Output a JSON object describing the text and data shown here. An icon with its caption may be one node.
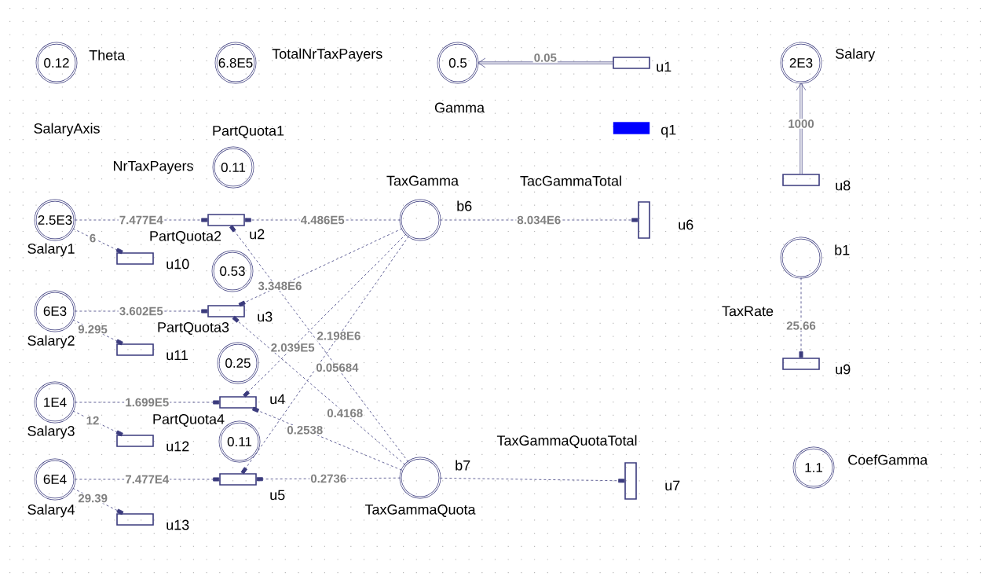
{
  "diagram": {
    "nodes": [
      {
        "text": [
          "0.12"
        ],
        "beside": [
          "Theta"
        ]
      },
      {
        "text": [
          "6.8E5"
        ],
        "beside": [
          "TotalNrTaxPayers"
        ]
      },
      {
        "text": [
          "0.5"
        ],
        "beside": [
          "Gamma"
        ]
      },
      {
        "text": [
          "2E3"
        ],
        "beside": [
          "Salary"
        ]
      },
      {
        "text": [
          "0.11"
        ],
        "beside": [
          "PartQuota1"
        ]
      },
      {
        "text": [
          "2.5E3"
        ],
        "beside": [
          "Salary1"
        ]
      },
      {
        "text": [],
        "shape": "circle",
        "beside": [
          "TaxGamma",
          "b6"
        ]
      },
      {
        "text": [
          "0.53"
        ],
        "beside": [
          "PartQuota2"
        ]
      },
      {
        "text": [],
        "shape": "circle",
        "beside": [
          "b1"
        ]
      },
      {
        "text": [
          "6E3"
        ],
        "beside": [
          "Salary2"
        ]
      },
      {
        "text": [
          "0.25"
        ],
        "beside": [
          "PartQuota3"
        ]
      },
      {
        "text": [
          "1E4"
        ],
        "beside": [
          "Salary3"
        ]
      },
      {
        "text": [
          "0.11"
        ],
        "beside": [
          "PartQuota4"
        ]
      },
      {
        "text": [],
        "shape": "circle",
        "beside": [
          "TaxGammaQuota",
          "b7"
        ]
      },
      {
        "text": [
          "1.1"
        ],
        "beside": [
          "CoefGamma"
        ]
      },
      {
        "text": [
          "6E4"
        ],
        "beside": [
          "Salary4"
        ]
      },
      {
        "text": [],
        "shape": "box",
        "beside": [
          "u1"
        ]
      },
      {
        "text": [],
        "shape": "bar",
        "beside": [
          "q1"
        ]
      },
      {
        "text": [],
        "shape": "box",
        "beside": [
          "u8"
        ]
      },
      {
        "text": [],
        "shape": "box",
        "beside": [
          "u2"
        ]
      },
      {
        "text": [],
        "shape": "box",
        "beside": [
          "TacGammaTotal",
          "u6"
        ]
      },
      {
        "text": [],
        "shape": "box",
        "beside": [
          "u10"
        ]
      },
      {
        "text": [],
        "shape": "box",
        "beside": [
          "u3"
        ]
      },
      {
        "text": [],
        "shape": "box",
        "beside": [
          "u11"
        ]
      },
      {
        "text": [],
        "shape": "box",
        "beside": [
          "u9"
        ]
      },
      {
        "text": [],
        "shape": "box",
        "beside": [
          "u4"
        ]
      },
      {
        "text": [],
        "shape": "box",
        "beside": [
          "u12"
        ]
      },
      {
        "text": [],
        "shape": "box",
        "beside": [
          "u5"
        ]
      },
      {
        "text": [],
        "shape": "box",
        "beside": [
          "TaxGammaQuotaTotal",
          "u7"
        ]
      },
      {
        "text": [],
        "shape": "box",
        "beside": [
          "u13"
        ]
      }
    ],
    "edges": [
      {
        "from": 16,
        "to": 2,
        "arrow": "to",
        "style": "thick",
        "label": "0.05"
      },
      {
        "from": 18,
        "to": 3,
        "arrow": "to",
        "style": "thick",
        "label": "1000"
      },
      {
        "from": 5,
        "to": 19,
        "arrow": "other",
        "style": "dashed",
        "label": "7.477E4"
      },
      {
        "from": 5,
        "to": 21,
        "arrow": "other",
        "style": "dashed",
        "label": "6"
      },
      {
        "from": 6,
        "to": 19,
        "arrow": "other",
        "style": "dashed",
        "label": "4.486E5"
      },
      {
        "from": 6,
        "to": 20,
        "arrow": "other",
        "style": "dashed",
        "label": "8.034E6"
      },
      {
        "from": 13,
        "to": 19,
        "arrow": "other",
        "style": "dashed",
        "label": "0.05684"
      },
      {
        "from": 9,
        "to": 22,
        "arrow": "other",
        "style": "dashed",
        "label": "3.602E5"
      },
      {
        "from": 9,
        "to": 23,
        "arrow": "other",
        "style": "dashed",
        "label": "9.295"
      },
      {
        "from": 6,
        "to": 22,
        "arrow": "other",
        "style": "dashed",
        "label": "3.348E6"
      },
      {
        "from": 13,
        "to": 22,
        "arrow": "other",
        "style": "dashed",
        "label": "0.4168"
      },
      {
        "from": 11,
        "to": 25,
        "arrow": "other",
        "style": "dashed",
        "label": "1.699E5"
      },
      {
        "from": 11,
        "to": 26,
        "arrow": "other",
        "style": "dashed",
        "label": "12"
      },
      {
        "from": 6,
        "to": 25,
        "arrow": "other",
        "style": "dashed",
        "label": "2.039E5"
      },
      {
        "from": 13,
        "to": 25,
        "arrow": "other",
        "style": "dashed",
        "label": "0.2538"
      },
      {
        "from": 15,
        "to": 27,
        "arrow": "other",
        "style": "dashed",
        "label": "7.477E4"
      },
      {
        "from": 15,
        "to": 29,
        "arrow": "other",
        "style": "dashed",
        "label": "29.39"
      },
      {
        "from": 6,
        "to": 27,
        "arrow": "other",
        "style": "dashed",
        "label": "2.198E6"
      },
      {
        "from": 13,
        "to": 27,
        "arrow": "other",
        "style": "dashed",
        "label": "0.2736"
      },
      {
        "from": 13,
        "to": 28,
        "arrow": "other",
        "style": "dashed"
      },
      {
        "from": 8,
        "to": 24,
        "arrow": "other",
        "style": "dashed",
        "label": "25.66"
      }
    ],
    "labels": [
      "SalaryAxis",
      "NrTaxPayers",
      "TaxRate"
    ]
  }
}
